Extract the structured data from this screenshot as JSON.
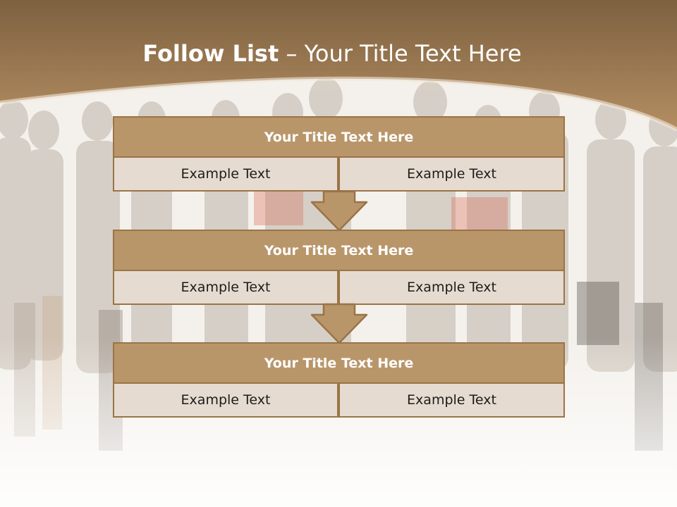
{
  "slide": {
    "title_bold": "Follow List",
    "title_rest": " – Your Title Text Here",
    "groups": [
      {
        "header": "Your Title Text Here",
        "left": "Example Text",
        "right": "Example Text"
      },
      {
        "header": "Your Title Text Here",
        "left": "Example Text",
        "right": "Example Text"
      },
      {
        "header": "Your Title Text Here",
        "left": "Example Text",
        "right": "Example Text"
      }
    ]
  },
  "colors": {
    "title_band": "#9e7a4c",
    "header_fill": "#b9966a",
    "cell_fill": "#e6dbd0",
    "border": "#9a7446",
    "arrow_fill": "#b9966a"
  }
}
